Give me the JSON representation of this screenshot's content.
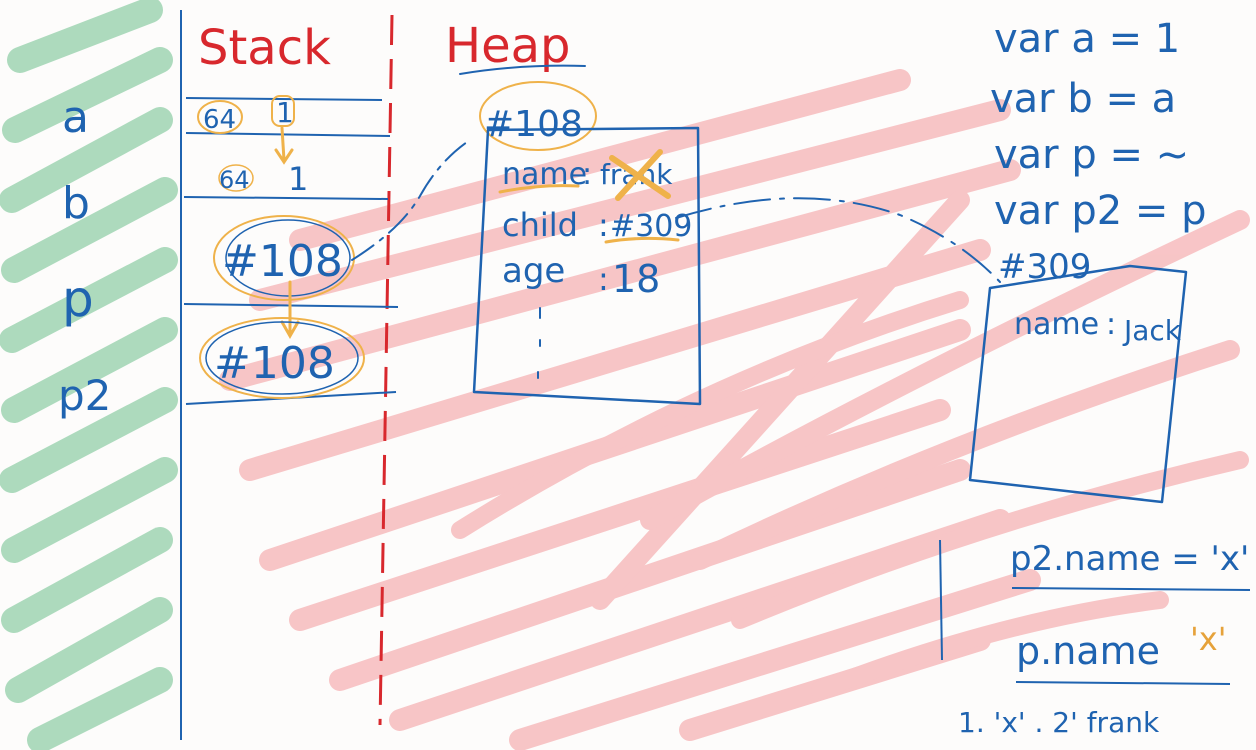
{
  "sections": {
    "stack": "Stack",
    "heap": "Heap"
  },
  "variables": [
    "a",
    "b",
    "p",
    "p2"
  ],
  "stack_cells": [
    {
      "tag": "64",
      "value": "1"
    },
    {
      "tag": "64",
      "value": "1"
    },
    {
      "tag": "",
      "value": "#108"
    },
    {
      "tag": "",
      "value": "#108"
    }
  ],
  "heap_object_1": {
    "address": "#108",
    "fields": [
      {
        "key": "name",
        "sep": ":",
        "value": "frank"
      },
      {
        "key": "child",
        "sep": ":",
        "value": "#309"
      },
      {
        "key": "age",
        "sep": ":",
        "value": "18"
      }
    ]
  },
  "heap_object_2": {
    "address": "#309",
    "fields": [
      {
        "key": "name",
        "sep": ":",
        "value": "Jack"
      }
    ]
  },
  "code_lines": [
    "var a = 1",
    "var b = a",
    "var p = ~",
    "var  p2 = p"
  ],
  "notes": {
    "assign": "p2.name = 'x'",
    "read": "p.name",
    "result": "'x'",
    "options": "1. 'x'   . 2' frank"
  },
  "colors": {
    "ink_blue": "#1f63b0",
    "ink_red": "#d8282d",
    "highlight_orange": "#efb24a",
    "scribble_red": "#f07a7f",
    "scribble_green": "#6cc08c"
  }
}
